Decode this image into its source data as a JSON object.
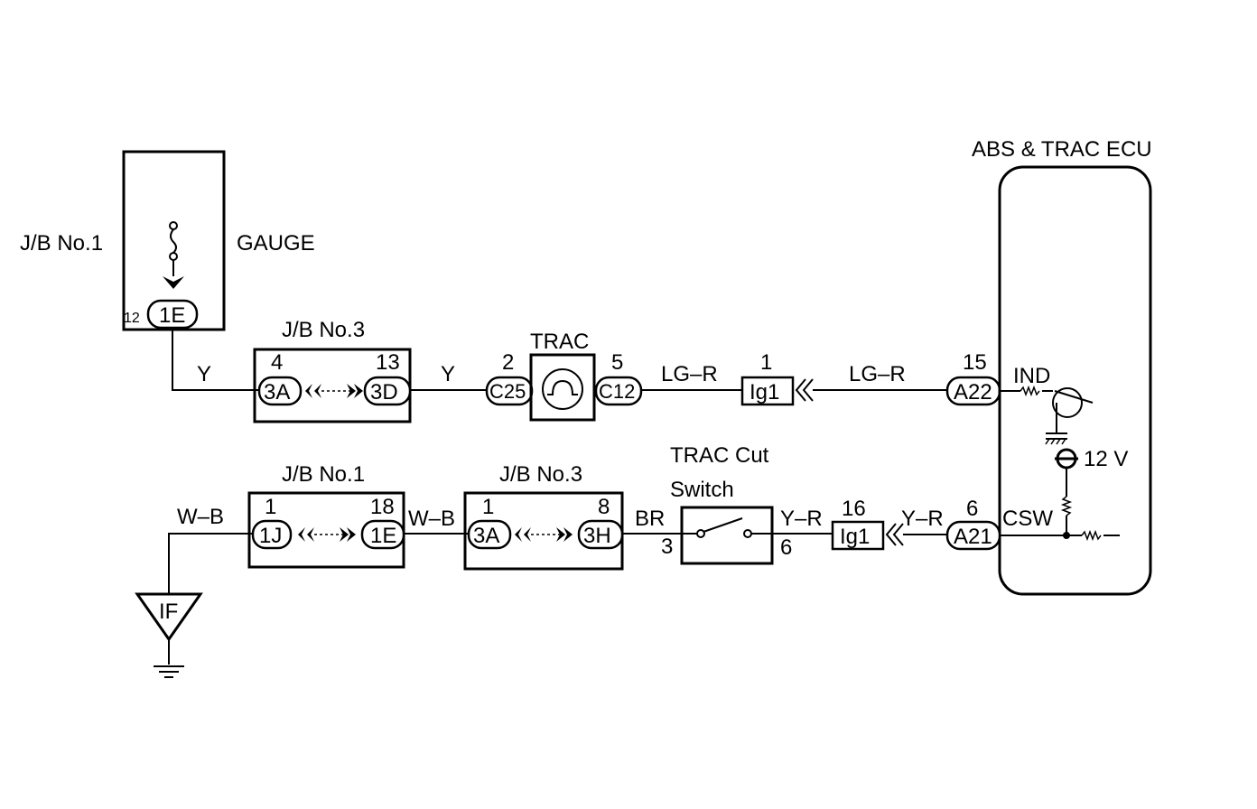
{
  "labels": {
    "jb1_top": "J/B No.1",
    "gauge": "GAUGE",
    "pin_12": "12",
    "conn_1E_top": "1E",
    "wire_Y_left": "Y",
    "jb3_top": "J/B No.3",
    "pin_4": "4",
    "pin_13": "13",
    "conn_3A_top": "3A",
    "conn_3D": "3D",
    "wire_Y_mid": "Y",
    "pin_2": "2",
    "trac": "TRAC",
    "pin_5": "5",
    "conn_C25": "C25",
    "conn_C12": "C12",
    "wire_LGR_1": "LG–R",
    "pin_1_ig": "1",
    "conn_Ig1_top": "Ig1",
    "wire_LGR_2": "LG–R",
    "pin_15": "15",
    "conn_A22": "A22",
    "ind": "IND",
    "ecu_title": "ABS & TRAC ECU",
    "volt": "12 V",
    "csw": "CSW",
    "trac_cut_1": "TRAC Cut",
    "trac_cut_2": "Switch",
    "jb1_bottom": "J/B No.1",
    "jb3_bottom": "J/B No.3",
    "wire_WB_1": "W–B",
    "wire_WB_2": "W–B",
    "pin_1_1J": "1",
    "pin_18": "18",
    "conn_1J": "1J",
    "conn_1E_bottom": "1E",
    "pin_1_3A": "1",
    "pin_8": "8",
    "conn_3A_bottom": "3A",
    "conn_3H": "3H",
    "wire_BR": "BR",
    "pin_3": "3",
    "wire_YR_1": "Y–R",
    "pin_6_switch": "6",
    "pin_16": "16",
    "conn_Ig1_bottom": "Ig1",
    "wire_YR_2": "Y–R",
    "pin_6_ecu": "6",
    "conn_A21": "A21",
    "ground_IF": "IF"
  }
}
